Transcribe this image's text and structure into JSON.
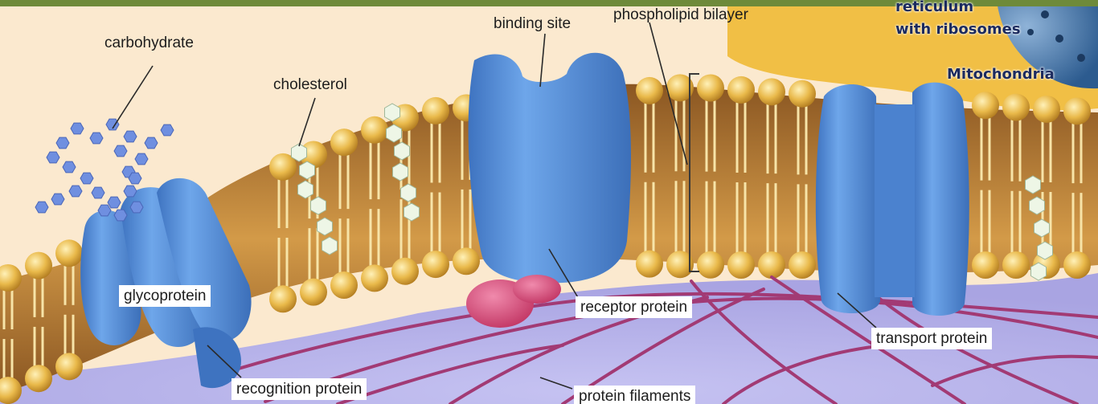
{
  "labels": {
    "carbohydrate": "carbohydrate",
    "cholesterol": "cholesterol",
    "binding_site": "binding site",
    "phospholipid_bilayer": "phospholipid bilayer",
    "glycoprotein": "glycoprotein",
    "receptor_protein": "receptor protein",
    "transport_protein": "transport protein",
    "recognition_protein": "recognition protein",
    "protein_filaments": "protein filaments"
  },
  "corner_labels": {
    "er_line1": "reticulum",
    "er_line2": "with ribosomes",
    "mitochondria": "Mitochondria"
  },
  "colors": {
    "top_bar": "#6e8a3a",
    "background": "#fbe9cf",
    "cytoplasm": "#b7b3ea",
    "bilayer_core": "#c88a3a",
    "phosphate_heads": "#e9b94a",
    "tails": "#f7e4a8",
    "protein": "#5b94dd",
    "protein_dark": "#3e73c0",
    "carbohydrate": "#6f8fe0",
    "cholesterol": "#eef6e6",
    "receptor_blob": "#d64a78",
    "filaments": "#a23a74",
    "organelle": "#f1bf45",
    "er_blob": "#3d6da0"
  }
}
